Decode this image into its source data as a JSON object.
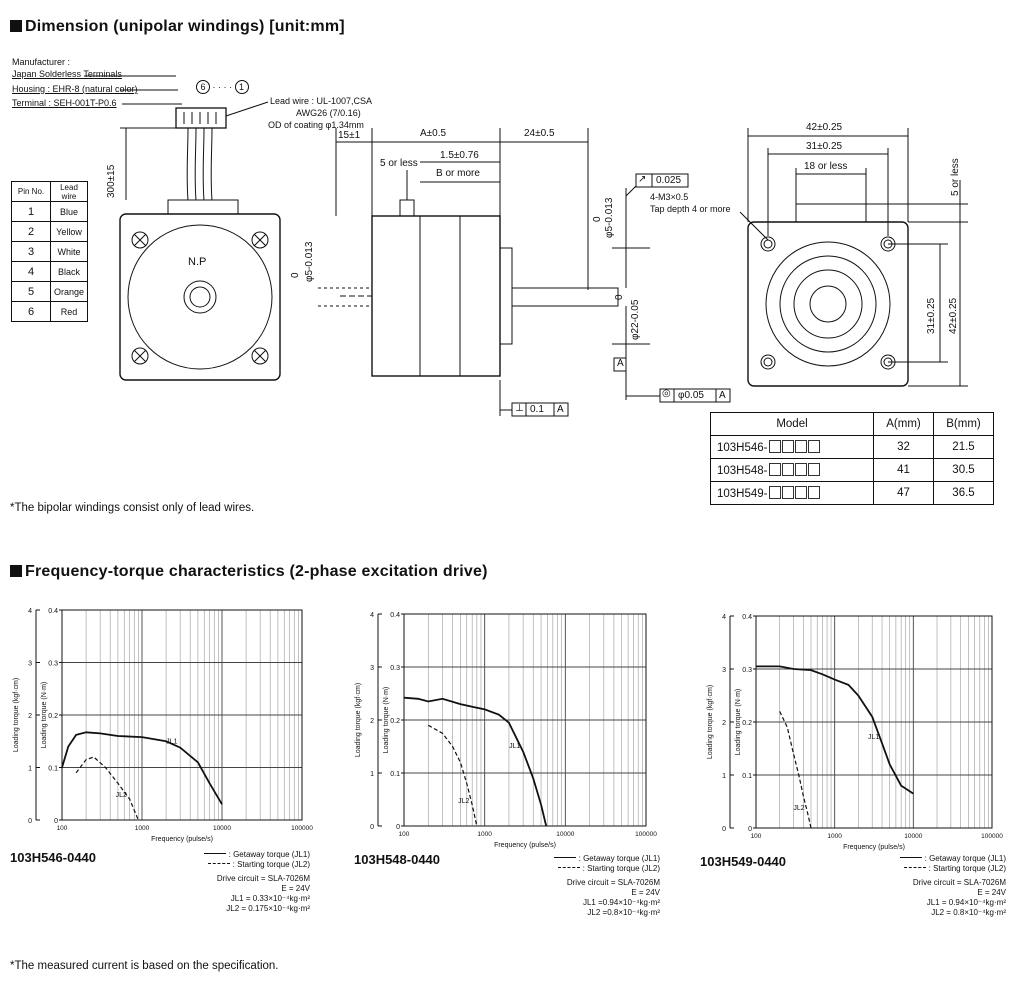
{
  "dimension": {
    "title": "Dimension (unipolar windings) [unit:mm]",
    "connector": {
      "manufacturer": "Manufacturer :",
      "manufacturer_name": "Japan Solderless Terminals",
      "housing": "Housing : EHR-8 (natural color)",
      "terminal": "Terminal : SEH-001T-P0.6",
      "pin_range_start": "6",
      "pin_range_dots": "· · · ·",
      "pin_range_end": "1"
    },
    "lead_wire": {
      "spec": "Lead wire : UL-1007,CSA",
      "awg": "AWG26 (7/0.16)",
      "od": "OD of coating φ1.34mm"
    },
    "label_np": "N.P",
    "pin_table": {
      "headers": [
        "Pin No.",
        "Lead wire"
      ],
      "rows": [
        [
          "1",
          "Blue"
        ],
        [
          "2",
          "Yellow"
        ],
        [
          "3",
          "White"
        ],
        [
          "4",
          "Black"
        ],
        [
          "5",
          "Orange"
        ],
        [
          "6",
          "Red"
        ]
      ]
    },
    "dims": {
      "lead_length": "300±15",
      "d15": "15±1",
      "dA": "A±0.5",
      "d24": "24±0.5",
      "five_or_less": "5 or less",
      "d15_076": "1.5±0.76",
      "b_or_more": "B or more",
      "shaft_left_tol": "0",
      "shaft_left": "φ5-0.013",
      "shaft_top_tol": "0",
      "shaft_top": "φ5-0.013",
      "runout_val": "0.025",
      "pilot_tol": "0",
      "pilot": "φ22-0.05",
      "datum_a": "A",
      "concentric": "φ0.05",
      "concentric_ref": "A",
      "perp_val": "0.1",
      "perp_ref": "A",
      "d42_top": "42±0.25",
      "d31_top": "31±0.25",
      "d18": "18 or less",
      "tap": "4-M3×0.5",
      "tap_depth": "Tap depth 4 or more",
      "five_less_right": "5 or less",
      "d31_side": "31±0.25",
      "d42_side": "42±0.25"
    },
    "model_table": {
      "headers": [
        "Model",
        "A(mm)",
        "B(mm)"
      ],
      "rows": [
        [
          "103H546-",
          "32",
          "21.5"
        ],
        [
          "103H548-",
          "41",
          "30.5"
        ],
        [
          "103H549-",
          "47",
          "36.5"
        ]
      ]
    },
    "note": "*The bipolar windings consist only of lead wires."
  },
  "freq": {
    "title": "Frequency-torque characteristics (2-phase excitation drive)",
    "note": "*The measured current is based on the specification."
  },
  "chart_data": [
    {
      "type": "line",
      "name": "103H546-0440",
      "xscale": "log",
      "xlim": [
        100,
        100000
      ],
      "ylim": [
        0,
        0.4
      ],
      "y2lim": [
        0,
        4
      ],
      "xlabel": "Frequency (pulse/s)",
      "ylabel": "Loading torque (N·m)",
      "y2label": "Loading torque (kgf·cm)",
      "xticks": [
        "100",
        "1000",
        "10000",
        "100000"
      ],
      "yticks": [
        "0",
        "0.1",
        "0.2",
        "0.3",
        "0.4"
      ],
      "y2ticks": [
        "0",
        "1",
        "2",
        "3",
        "4"
      ],
      "series": [
        {
          "name": "JL1",
          "style": "solid",
          "x": [
            100,
            120,
            150,
            200,
            300,
            500,
            1000,
            2000,
            3000,
            5000,
            7000,
            10000
          ],
          "y": [
            0.1,
            0.14,
            0.162,
            0.167,
            0.165,
            0.16,
            0.158,
            0.15,
            0.138,
            0.11,
            0.07,
            0.03
          ]
        },
        {
          "name": "JL2",
          "style": "dashed",
          "x": [
            150,
            200,
            250,
            350,
            500,
            700,
            900
          ],
          "y": [
            0.09,
            0.115,
            0.12,
            0.1,
            0.07,
            0.04,
            0.0
          ]
        }
      ],
      "legend": {
        "getaway": "Getaway torque (JL1)",
        "starting": "Starting torque (JL2)"
      },
      "conditions": [
        "Drive circuit = SLA-7026M",
        "E = 24V",
        "JL1 = 0.33×10⁻⁴kg·m²",
        "JL2 = 0.175×10⁻⁴kg·m²"
      ]
    },
    {
      "type": "line",
      "name": "103H548-0440",
      "xscale": "log",
      "xlim": [
        100,
        100000
      ],
      "ylim": [
        0,
        0.4
      ],
      "y2lim": [
        0,
        4
      ],
      "xlabel": "Frequency (pulse/s)",
      "ylabel": "Loading torque (N·m)",
      "y2label": "Loading torque (kgf·cm)",
      "xticks": [
        "100",
        "1000",
        "10000",
        "100000"
      ],
      "yticks": [
        "0",
        "0.1",
        "0.2",
        "0.3",
        "0.4"
      ],
      "y2ticks": [
        "0",
        "1",
        "2",
        "3",
        "4"
      ],
      "series": [
        {
          "name": "JL1",
          "style": "solid",
          "x": [
            100,
            150,
            200,
            300,
            500,
            700,
            1000,
            1500,
            2000,
            3000,
            4000,
            5000,
            5800
          ],
          "y": [
            0.242,
            0.24,
            0.235,
            0.24,
            0.23,
            0.225,
            0.22,
            0.21,
            0.195,
            0.14,
            0.09,
            0.04,
            0.0
          ]
        },
        {
          "name": "JL2",
          "style": "dashed",
          "x": [
            200,
            300,
            400,
            500,
            600,
            700,
            800
          ],
          "y": [
            0.19,
            0.175,
            0.15,
            0.12,
            0.08,
            0.04,
            0.0
          ]
        }
      ],
      "legend": {
        "getaway": "Getaway torque (JL1)",
        "starting": "Starting torque (JL2)"
      },
      "conditions": [
        "Drive circuit = SLA-7026M",
        "E = 24V",
        "JL1 =0.94×10⁻⁴kg·m²",
        "JL2 =0.8×10⁻⁴kg·m²"
      ]
    },
    {
      "type": "line",
      "name": "103H549-0440",
      "xscale": "log",
      "xlim": [
        100,
        100000
      ],
      "ylim": [
        0,
        0.4
      ],
      "y2lim": [
        0,
        4
      ],
      "xlabel": "Frequency (pulse/s)",
      "ylabel": "Loading torque (N·m)",
      "y2label": "Loading torque (kgf·cm)",
      "xticks": [
        "100",
        "1000",
        "10000",
        "100000"
      ],
      "yticks": [
        "0",
        "0.1",
        "0.2",
        "0.3",
        "0.4"
      ],
      "y2ticks": [
        "0",
        "1",
        "2",
        "3",
        "4"
      ],
      "series": [
        {
          "name": "JL1",
          "style": "solid",
          "x": [
            100,
            200,
            300,
            500,
            700,
            1000,
            1500,
            2000,
            3000,
            4000,
            5000,
            7000,
            10000
          ],
          "y": [
            0.305,
            0.305,
            0.3,
            0.298,
            0.29,
            0.28,
            0.27,
            0.25,
            0.21,
            0.16,
            0.12,
            0.08,
            0.065
          ]
        },
        {
          "name": "JL2",
          "style": "dashed",
          "x": [
            200,
            250,
            300,
            350,
            400,
            450,
            500
          ],
          "y": [
            0.22,
            0.19,
            0.14,
            0.1,
            0.06,
            0.03,
            0.0
          ]
        }
      ],
      "legend": {
        "getaway": "Getaway torque (JL1)",
        "starting": "Starting torque (JL2)"
      },
      "conditions": [
        "Drive circuit = SLA-7026M",
        "E = 24V",
        "JL1 = 0.94×10⁻⁴kg·m²",
        "JL2 = 0.8×10⁻⁴kg·m²"
      ]
    }
  ]
}
